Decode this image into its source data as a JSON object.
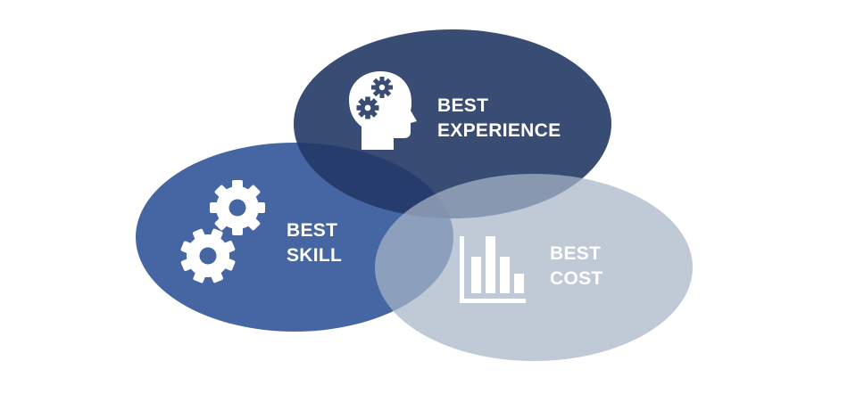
{
  "diagram": {
    "type": "overlapping-ellipses",
    "colors": {
      "experience": "#384c74",
      "skill": "#4566a2",
      "cost": "#91a1ba",
      "overlap_experience_skill": "#253c6c",
      "text": "#ffffff",
      "background": "#ffffff"
    },
    "items": [
      {
        "key": "experience",
        "line1": "BEST",
        "line2": "EXPERIENCE",
        "icon": "head-with-gears-icon"
      },
      {
        "key": "skill",
        "line1": "BEST",
        "line2": "SKILL",
        "icon": "gears-icon"
      },
      {
        "key": "cost",
        "line1": "BEST",
        "line2": "COST",
        "icon": "bar-chart-icon"
      }
    ]
  }
}
